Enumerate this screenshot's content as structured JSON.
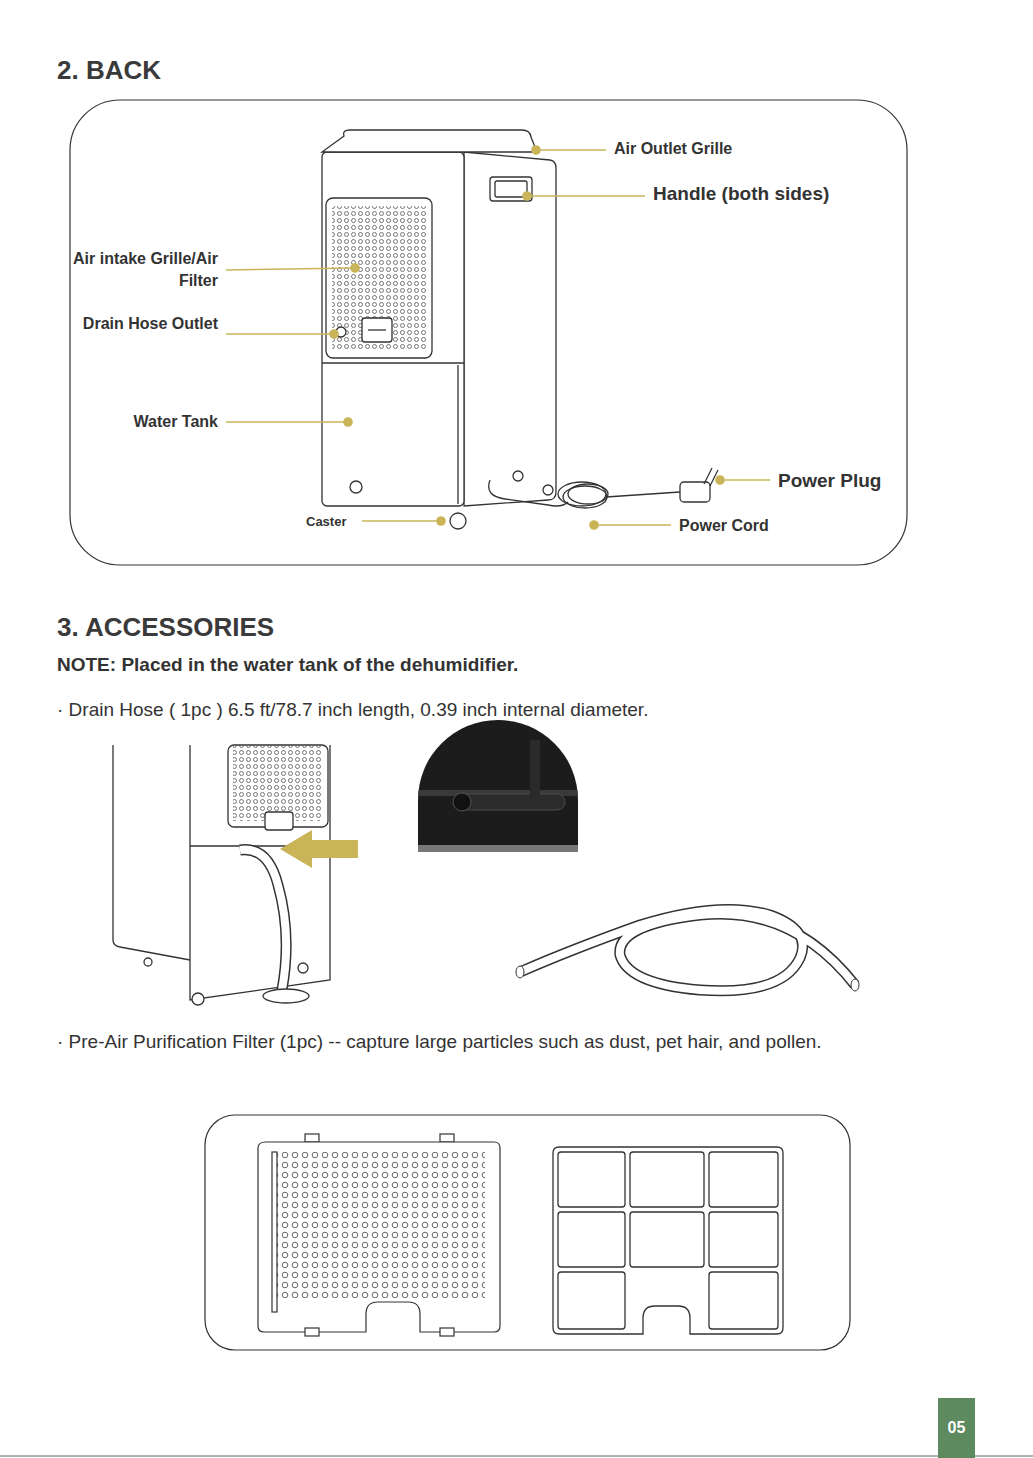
{
  "diagram": {
    "title": "2. BACK",
    "nodes": [
      {
        "text": [
          "05"
        ]
      }
    ],
    "labels": [
      "Air Outlet Grille",
      "Handle (both sides)",
      "Air intake Grille/Air Filter",
      "Drain Hose Outlet",
      "Water Tank",
      "Power Plug",
      "Caster",
      "Power Cord",
      "3. ACCESSORIES",
      "NOTE: Placed in the water tank of the dehumidifier.",
      "· Drain Hose ( 1pc ) 6.5 ft/78.7 inch length, 0.39 inch internal diameter.",
      "· Pre-Air Purification Filter (1pc) -- capture large particles such as dust, pet hair, and pollen."
    ]
  }
}
